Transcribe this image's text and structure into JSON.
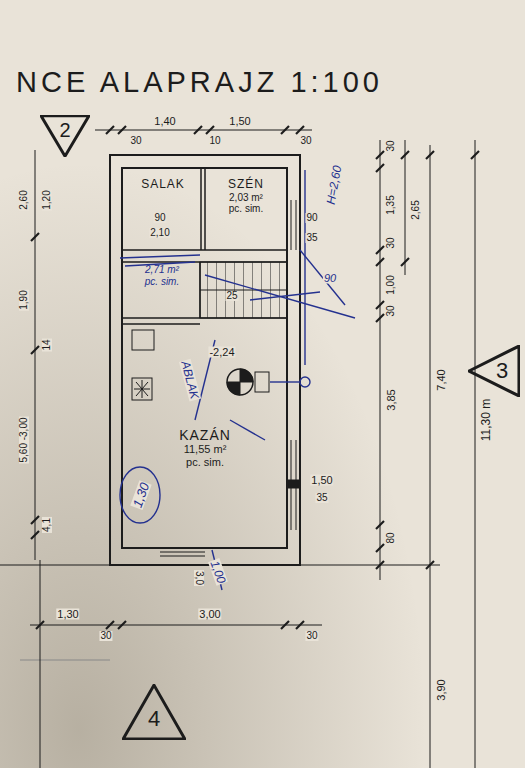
{
  "diagram": {
    "title": "NCE ALAPRAJZ 1:100",
    "nodes": [
      {
        "text": [
          "2"
        ]
      },
      {
        "text": [
          "SALAK"
        ]
      },
      {
        "text": [
          "SZÉN",
          "2,03 m²",
          "pc. sim."
        ]
      },
      {
        "text": [
          "2,71 m²",
          "pc. sim."
        ]
      },
      {
        "text": [
          "3"
        ]
      },
      {
        "text": [
          "KAZÁN",
          "11,55 m²",
          "pc. sim."
        ]
      },
      {
        "text": [
          "4"
        ]
      }
    ],
    "labels": [
      "1,40",
      "1,50",
      "30",
      "10",
      "30",
      "30",
      "1,35",
      "2,65",
      "30",
      "1,00",
      "30",
      "7,40",
      "3,85",
      "80",
      "11,30 m",
      "3,90",
      "2,60",
      "1,20",
      "1,90",
      "14",
      "5,60 -3,00",
      "4,1",
      "1,30",
      "30",
      "3,00",
      "30",
      "90",
      "2,10",
      "90",
      "35",
      "1,50",
      "35",
      "-2,24",
      "H=2,60",
      "ABLAK",
      "1,30",
      "90",
      "25",
      "3,0",
      "1,00"
    ]
  }
}
